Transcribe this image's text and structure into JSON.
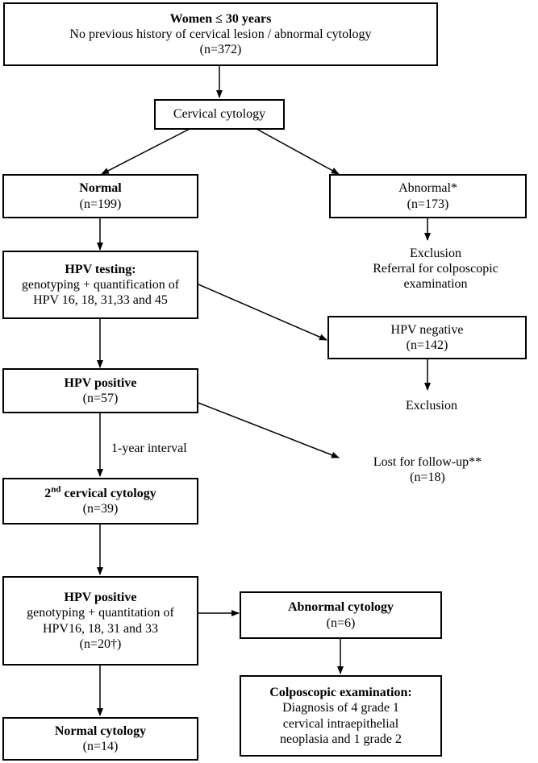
{
  "boxes": {
    "women": {
      "title": "Women ≤ 30 years",
      "line1": "No previous history of cervical lesion / abnormal cytology",
      "count": "(n=372)"
    },
    "cytology": {
      "label": "Cervical cytology"
    },
    "normal": {
      "title": "Normal",
      "count": "(n=199)"
    },
    "abnormal": {
      "label": "Abnormal*",
      "count": "(n=173)"
    },
    "hpv_testing": {
      "title": "HPV testing:",
      "line1": "genotyping + quantification of",
      "line2": "HPV 16, 18, 31,33 and 45"
    },
    "hpv_negative": {
      "label": "HPV negative",
      "count": "(n=142)"
    },
    "hpv_positive1": {
      "title": "HPV positive",
      "count": "(n=57)"
    },
    "second_cytology": {
      "title_prefix": "2",
      "title_sup": "nd",
      "title_rest": " cervical cytology",
      "count": "(n=39)"
    },
    "hpv_positive2": {
      "title": "HPV positive",
      "line1": "genotyping + quantitation of",
      "line2": "HPV16, 18, 31 and 33",
      "count": "(n=20†)"
    },
    "abnormal_cytology": {
      "title": "Abnormal cytology",
      "count": "(n=6)"
    },
    "colposcopic": {
      "title": "Colposcopic examination:",
      "line1": "Diagnosis of 4 grade 1",
      "line2": "cervical intraepithelial",
      "line3": "neoplasia and 1 grade 2"
    },
    "normal_cytology": {
      "title": "Normal cytology",
      "count": "(n=14)"
    }
  },
  "texts": {
    "exclusion1": {
      "line1": "Exclusion",
      "line2": "Referral for colposcopic",
      "line3": "examination"
    },
    "exclusion2": {
      "label": "Exclusion"
    },
    "lost": {
      "label": "Lost for follow-up**",
      "count": "(n=18)"
    },
    "interval": {
      "label": "1-year interval"
    }
  }
}
